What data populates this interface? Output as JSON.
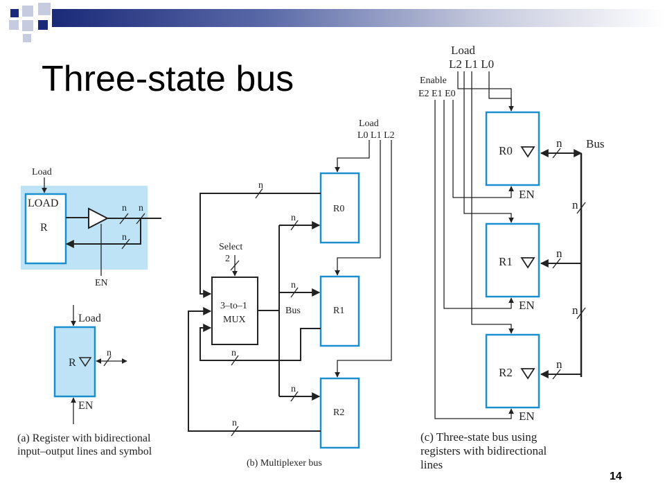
{
  "slide": {
    "title": "Three-state bus",
    "page_number": "14"
  },
  "colors": {
    "header_bar": "#1b2a78",
    "accent_box": "#1a8fd0",
    "panel_fill": "#bfe3f6"
  },
  "panel_a": {
    "load": "Load",
    "load_box": "LOAD",
    "reg": "R",
    "n": "n",
    "en": "EN",
    "sym_load": "Load",
    "sym_reg": "R",
    "sym_n": "n",
    "sym_en": "EN",
    "caption_line1": "(a) Register with bidirectional",
    "caption_line2": "input–output lines and symbol"
  },
  "panel_b": {
    "load": "Load",
    "load_lines": "L0 L1 L2",
    "select": "Select",
    "select_width": "2",
    "mux_line1": "3–to–1",
    "mux_line2": "MUX",
    "bus": "Bus",
    "n": "n",
    "r0": "R0",
    "r1": "R1",
    "r2": "R2",
    "caption": "(b) Multiplexer bus"
  },
  "panel_c": {
    "load": "Load",
    "load_lines": "L2 L1 L0",
    "enable": "Enable",
    "enable_lines": "E2 E1 E0",
    "r0": "R0",
    "r1": "R1",
    "r2": "R2",
    "n": "n",
    "en": "EN",
    "bus": "Bus",
    "caption_line1": "(c) Three-state bus using",
    "caption_line2": "registers with bidirectional",
    "caption_line3": "lines"
  }
}
